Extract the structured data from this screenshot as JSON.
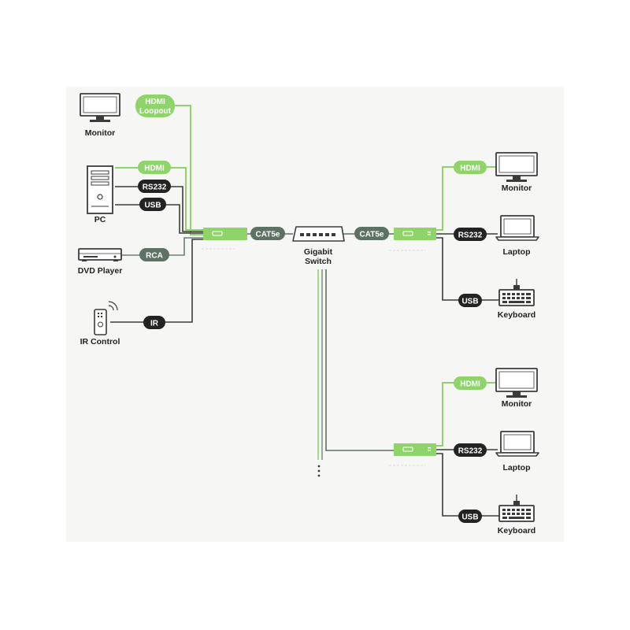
{
  "colors": {
    "background": "#ffffff",
    "panel": "#f6f6f5",
    "green": "#8fd36b",
    "dark_green": "#5e7264",
    "black_tag": "#232323",
    "line_dark": "#3b3b3b"
  },
  "left_devices": {
    "monitor": "Monitor",
    "pc": "PC",
    "dvd_player": "DVD Player",
    "ir_control": "IR Control"
  },
  "left_tags": {
    "hdmi_loopout_line1": "HDMI",
    "hdmi_loopout_line2": "Loopout",
    "hdmi": "HDMI",
    "rs232": "RS232",
    "usb": "USB",
    "rca": "RCA",
    "ir": "IR"
  },
  "links": {
    "cat5e_left": "CAT5e",
    "cat5e_right": "CAT5e"
  },
  "switch": {
    "line1": "Gigabit",
    "line2": "Switch"
  },
  "receiver_1": {
    "hdmi_tag": "HDMI",
    "rs232_tag": "RS232",
    "usb_tag": "USB",
    "monitor": "Monitor",
    "laptop": "Laptop",
    "keyboard": "Keyboard"
  },
  "receiver_2": {
    "hdmi_tag": "HDMI",
    "rs232_tag": "RS232",
    "usb_tag": "USB",
    "monitor": "Monitor",
    "laptop": "Laptop",
    "keyboard": "Keyboard"
  }
}
